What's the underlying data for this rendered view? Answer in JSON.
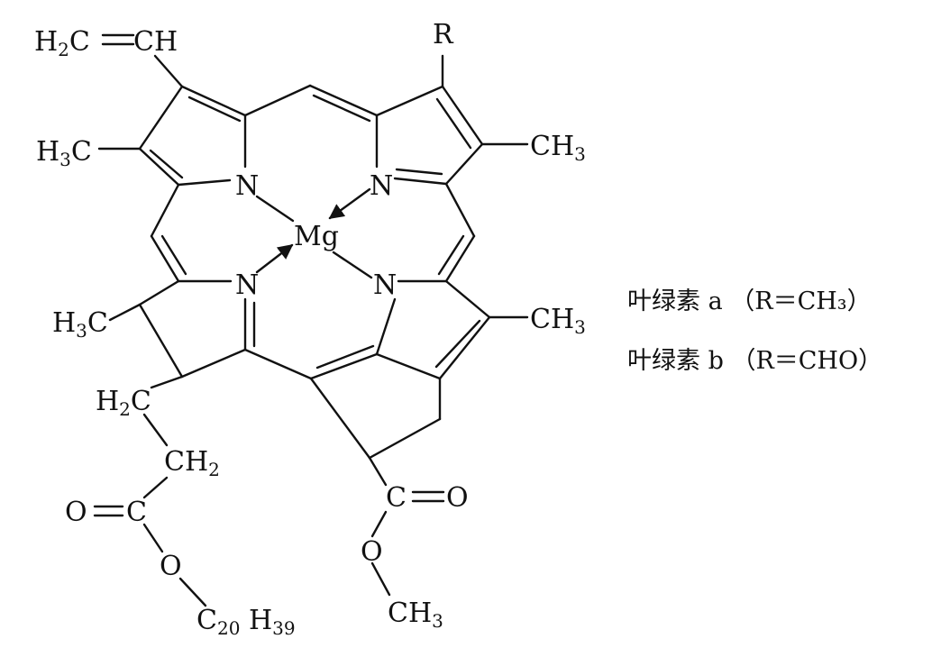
{
  "molecule": {
    "atoms": {
      "vinyl_ch2": "H2C",
      "vinyl_ch": "CH",
      "r_group": "R",
      "methyl_a": "H3C",
      "methyl_b": "CH3",
      "methyl_c": "CH3",
      "methyl_d": "H3C",
      "n1": "N",
      "n2": "N",
      "n3": "N",
      "n4": "N",
      "metal": "Mg",
      "ch2_1": "H2C",
      "ch2_2": "CH2",
      "ester_o_double_left": "O",
      "ester_c_left": "C",
      "ester_o_single_left": "O",
      "phytyl": "C20H39",
      "ester_c_right": "C",
      "ester_o_double_right": "O",
      "ester_o_single_right": "O",
      "methoxy": "CH3"
    }
  },
  "captions": [
    "叶绿素 a （R＝CH₃）",
    "叶绿素 b （R＝CHO）"
  ]
}
